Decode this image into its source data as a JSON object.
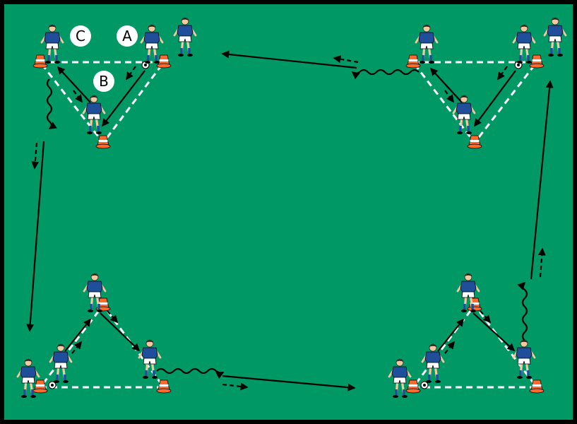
{
  "colors": {
    "field": "#009966",
    "border": "#000000",
    "dash": "#ffffff",
    "arrow": "#000000",
    "shirt": "#1f4f9a",
    "shorts": "#ffffff",
    "skin": "#f2c9a0",
    "hair": "#111111",
    "cone": "#ff6a2a",
    "cone_stripe": "#ffffff"
  },
  "labels": [
    {
      "id": "A",
      "text": "A"
    },
    {
      "id": "B",
      "text": "B"
    },
    {
      "id": "C",
      "text": "C"
    }
  ],
  "icons": [
    "player-icon",
    "cone-icon",
    "ball-icon"
  ]
}
